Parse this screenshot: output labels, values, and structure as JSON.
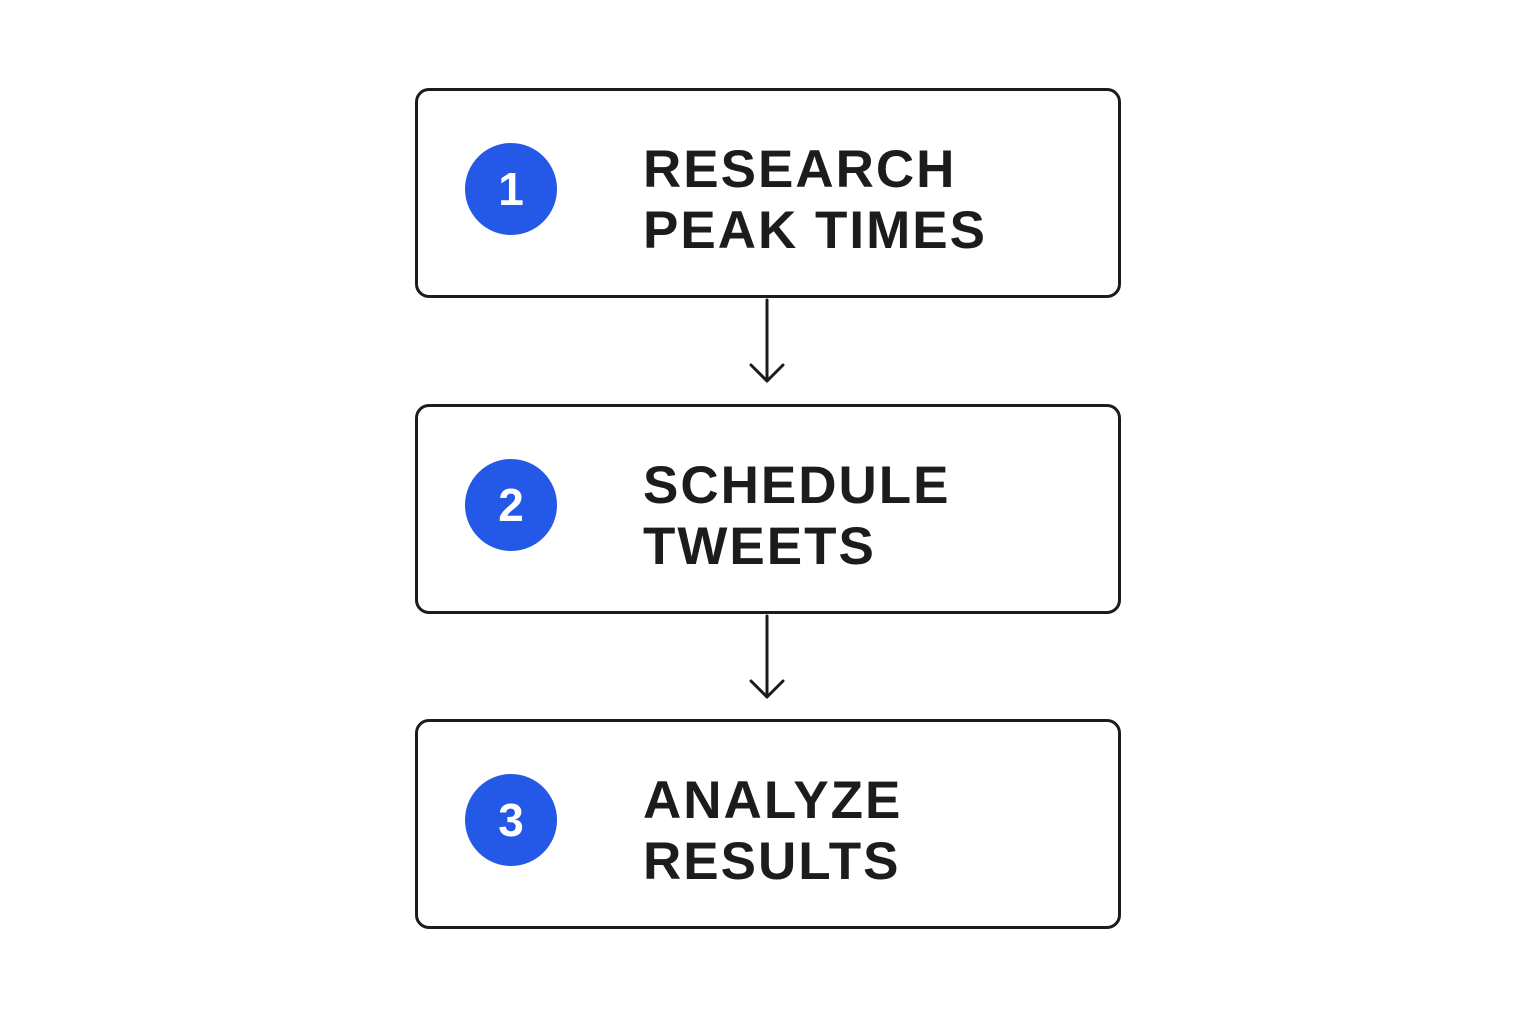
{
  "colors": {
    "accent": "#2458e6",
    "stroke": "#1c1c1c",
    "background": "#ffffff"
  },
  "steps": [
    {
      "number": "1",
      "lines": [
        "RESEARCH",
        "PEAK TIMES"
      ]
    },
    {
      "number": "2",
      "lines": [
        "SCHEDULE",
        "TWEETS"
      ]
    },
    {
      "number": "3",
      "lines": [
        "ANALYZE",
        "RESULTS"
      ]
    }
  ],
  "connectors": [
    {
      "from": "1",
      "to": "2",
      "icon": "arrow-down-icon"
    },
    {
      "from": "2",
      "to": "3",
      "icon": "arrow-down-icon"
    }
  ]
}
